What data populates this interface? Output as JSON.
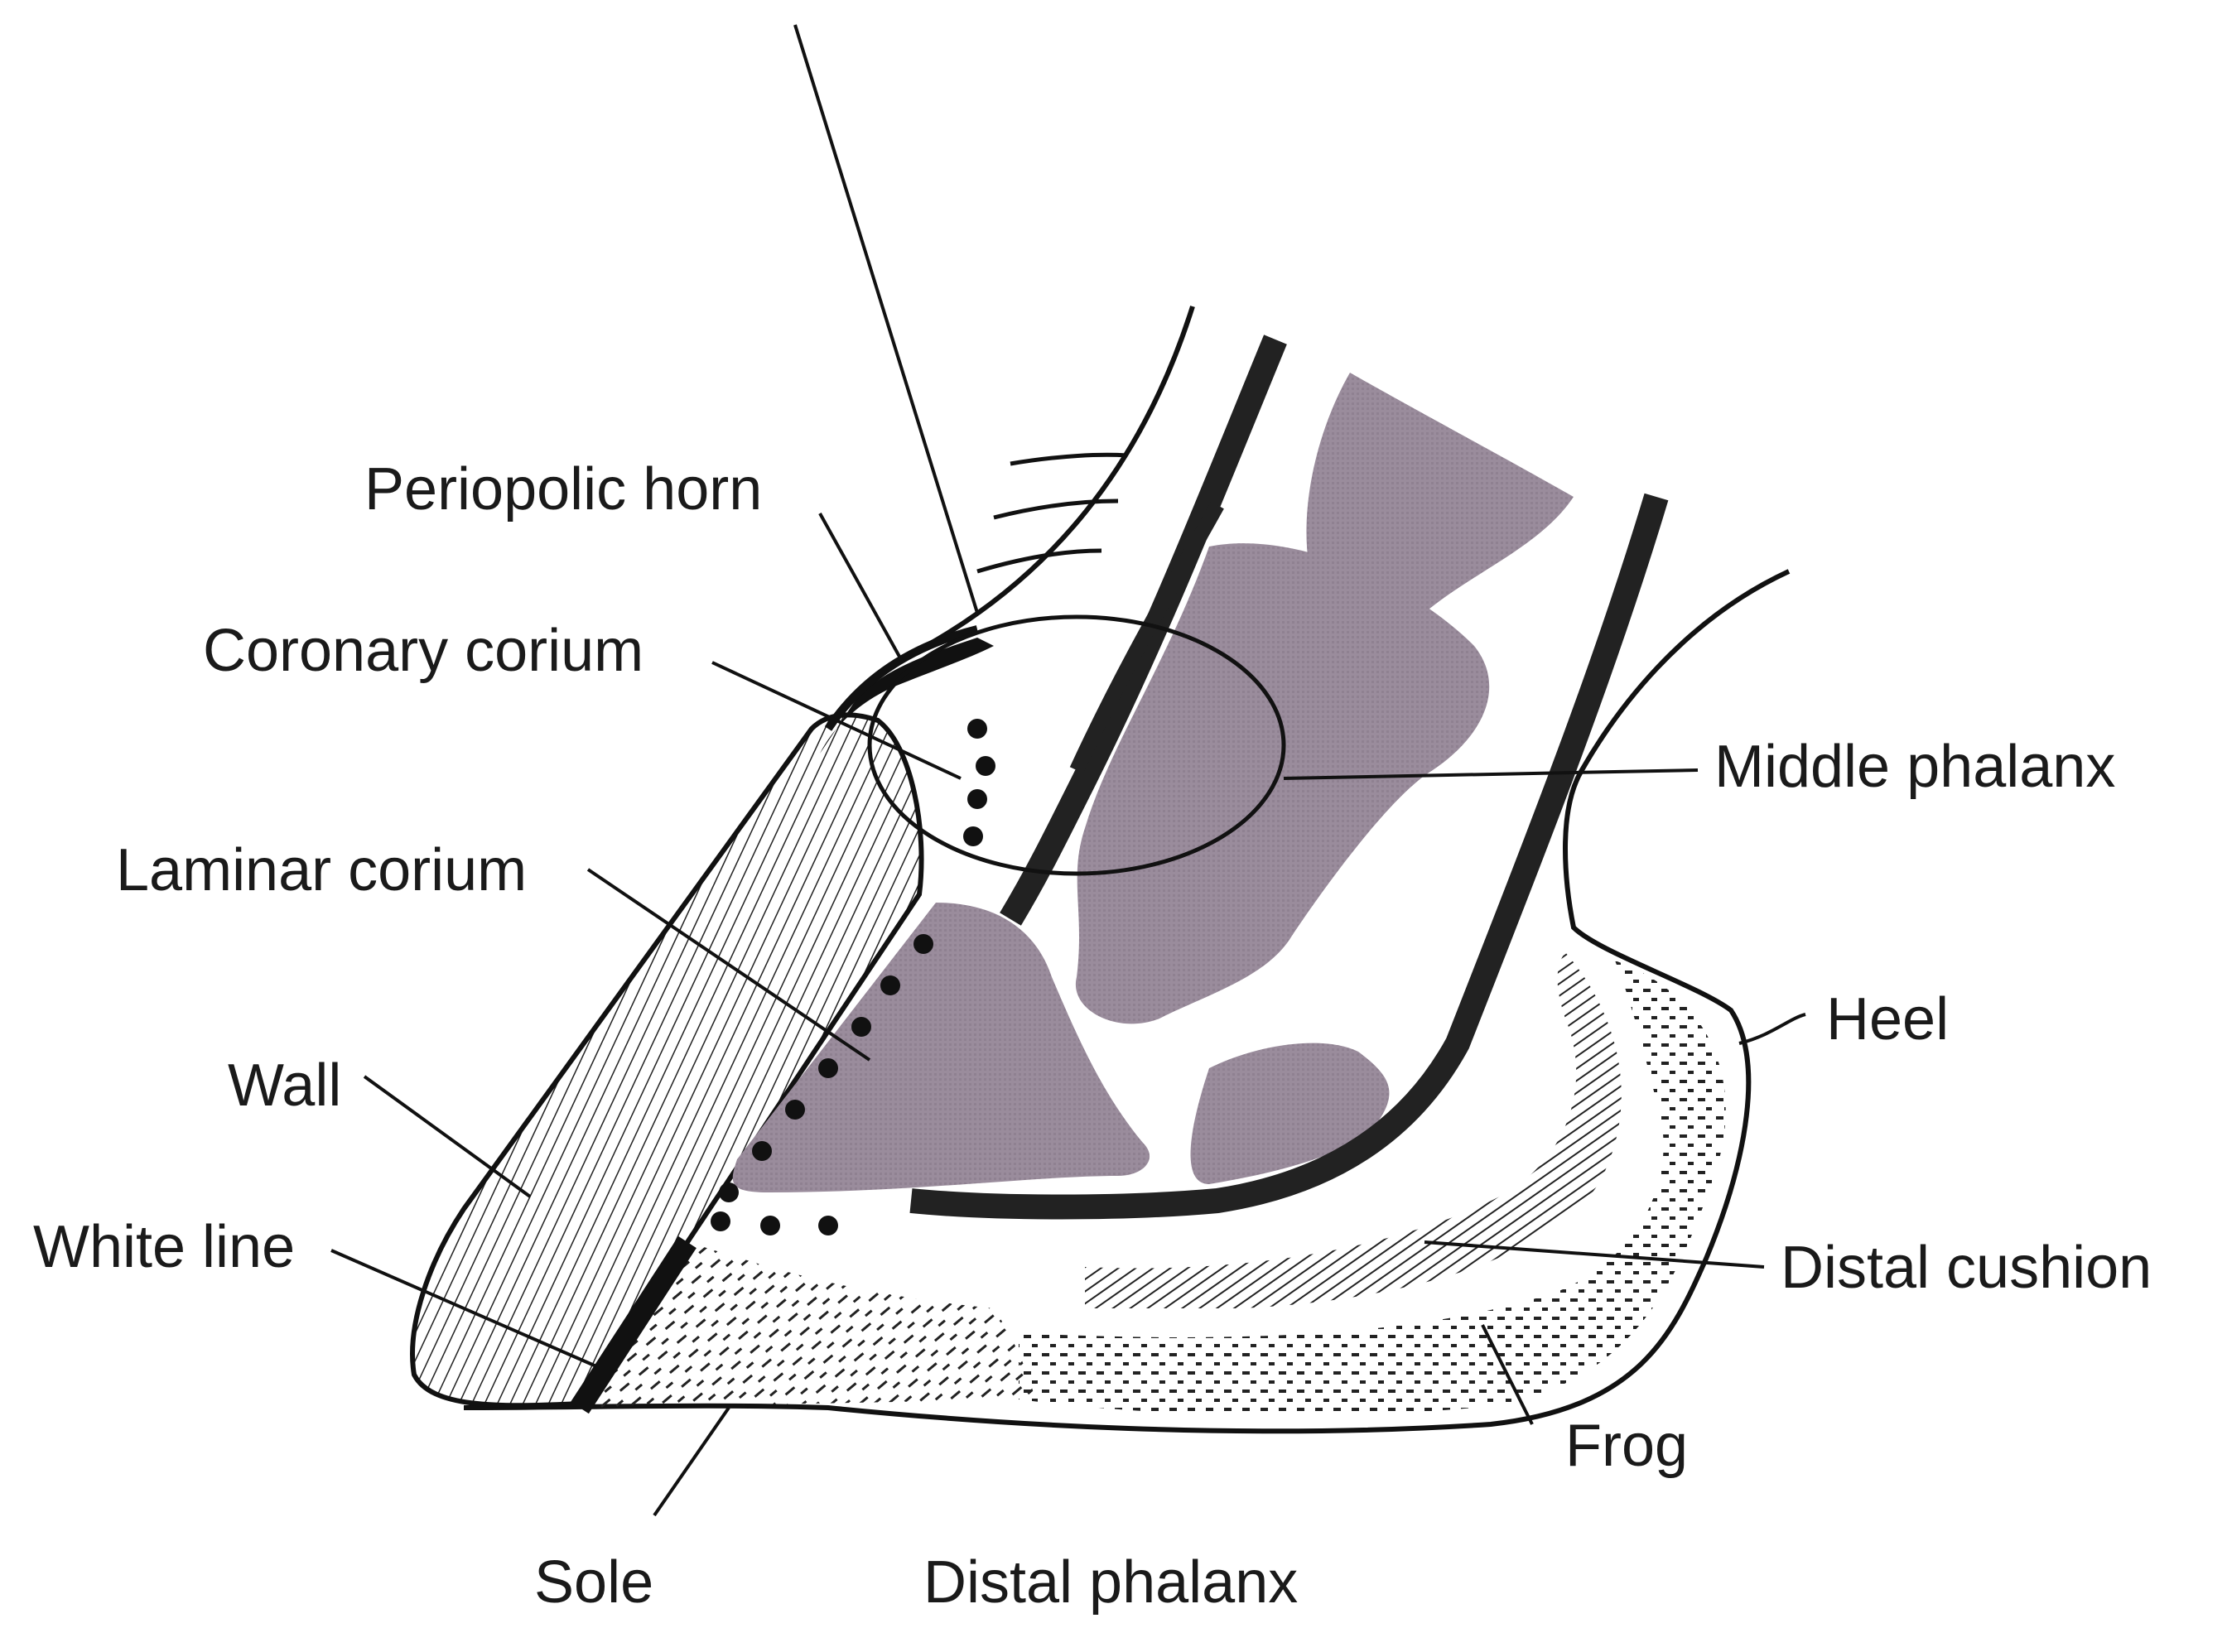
{
  "labels": {
    "periopolic_horn": "Periopolic horn",
    "coronary_corium": "Coronary corium",
    "laminar_corium": "Laminar corium",
    "wall": "Wall",
    "white_line": "White line",
    "sole": "Sole",
    "distal_phalanx": "Distal phalanx",
    "middle_phalanx": "Middle phalanx",
    "heel": "Heel",
    "distal_cushion": "Distal cushion",
    "frog": "Frog"
  },
  "colors": {
    "bone": "#9a8c9c",
    "ink": "#111111",
    "background": "#ffffff"
  }
}
